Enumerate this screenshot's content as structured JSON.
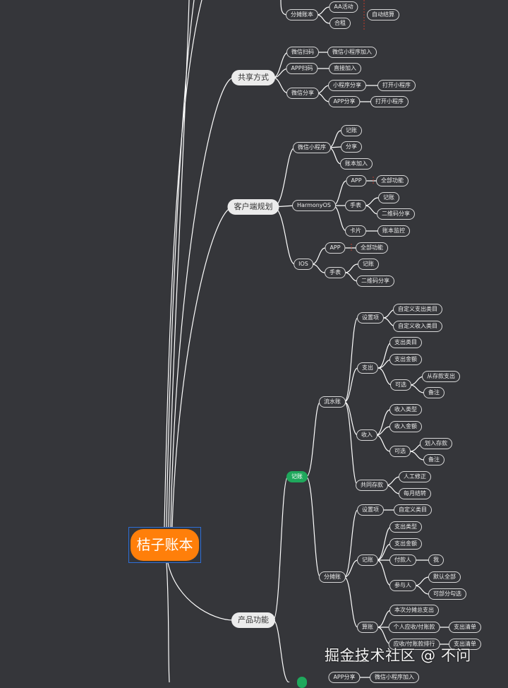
{
  "root": {
    "label": "桔子账本"
  },
  "nodes": {
    "fenzhang": "分摊账本",
    "aa": "AA活动",
    "heju": "合租",
    "zidong": "自动结算",
    "gongxiang": "共享方式",
    "wxscan": "微信扫码",
    "wxmini_join": "微信小程序加入",
    "appscan": "APP扫码",
    "direct_join": "直接加入",
    "wxshare": "微信分享",
    "mini_share": "小程序分享",
    "open_mini1": "打开小程序",
    "app_share": "APP分享",
    "open_mini2": "打开小程序",
    "kehuduan": "客户端规划",
    "wx_mini": "微信小程序",
    "jizhang_a": "记账",
    "fenxiang": "分享",
    "zhangben_join": "账本加入",
    "harmony": "HarmonyOS",
    "h_app": "APP",
    "h_all": "全部功能",
    "h_watch": "手表",
    "h_jz": "记账",
    "h_qr": "二维码分享",
    "h_card": "卡片",
    "h_monitor": "账本监控",
    "ios": "IOS",
    "i_app": "APP",
    "i_all": "全部功能",
    "i_watch": "手表",
    "i_jz": "记账",
    "i_qr": "二维码分享",
    "chanpin": "产品功能",
    "jizhang": "记账",
    "liushui": "流水账",
    "shezhi1": "设置项",
    "zdy_out": "自定义支出类目",
    "zdy_in": "自定义收入类目",
    "zhichu": "支出",
    "zc_lm": "支出类目",
    "zc_je": "支出金额",
    "kexuan1": "可选",
    "from_save": "从存款支出",
    "beizhu1": "备注",
    "shouru": "收入",
    "sr_lx": "收入类型",
    "sr_je": "收入金额",
    "kexuan2": "可选",
    "to_save": "划入存款",
    "beizhu2": "备注",
    "gongtong": "共同存款",
    "rengong": "人工修正",
    "meiyue": "每月结转",
    "fentan": "分摊账",
    "shezhi2": "设置项",
    "zdy_lm": "自定义类目",
    "jizhang2": "记账",
    "zc_lx": "支出类型",
    "zc_je2": "支出金额",
    "fukuan": "付款人",
    "wo": "我",
    "canyu": "参与人",
    "moren": "默认全部",
    "kebufen": "可部分勾选",
    "suanzhang": "算账",
    "bencizong": "本次分摊总支出",
    "geren": "个人应收/付账款",
    "zcqd1": "支出清单",
    "paihang": "应收/付账款排行",
    "zcqd2": "支出清单",
    "b_app_share": "APP分享",
    "b_wx_join": "微信小程序加入"
  },
  "watermark": "掘金技术社区 @ 不问",
  "colors": {
    "background": "#35363a",
    "line": "#ffffff",
    "root_fill": "#ff7f0a",
    "green_node": "#1fa85c",
    "selection": "#2d6fd8"
  }
}
